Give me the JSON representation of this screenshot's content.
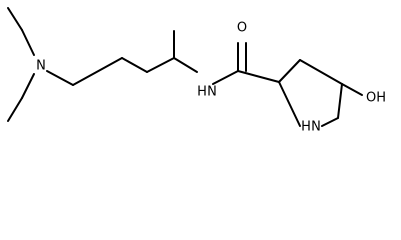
{
  "structure": {
    "atoms": {
      "amine_nitrogen": "N",
      "amide_nitrogen_hydrogen": "H",
      "amide_nitrogen": "N",
      "carbonyl_oxygen": "O",
      "ring_nitrogen": "N",
      "ring_nitrogen_hydrogen": "H",
      "hydroxyl": "OH"
    }
  }
}
